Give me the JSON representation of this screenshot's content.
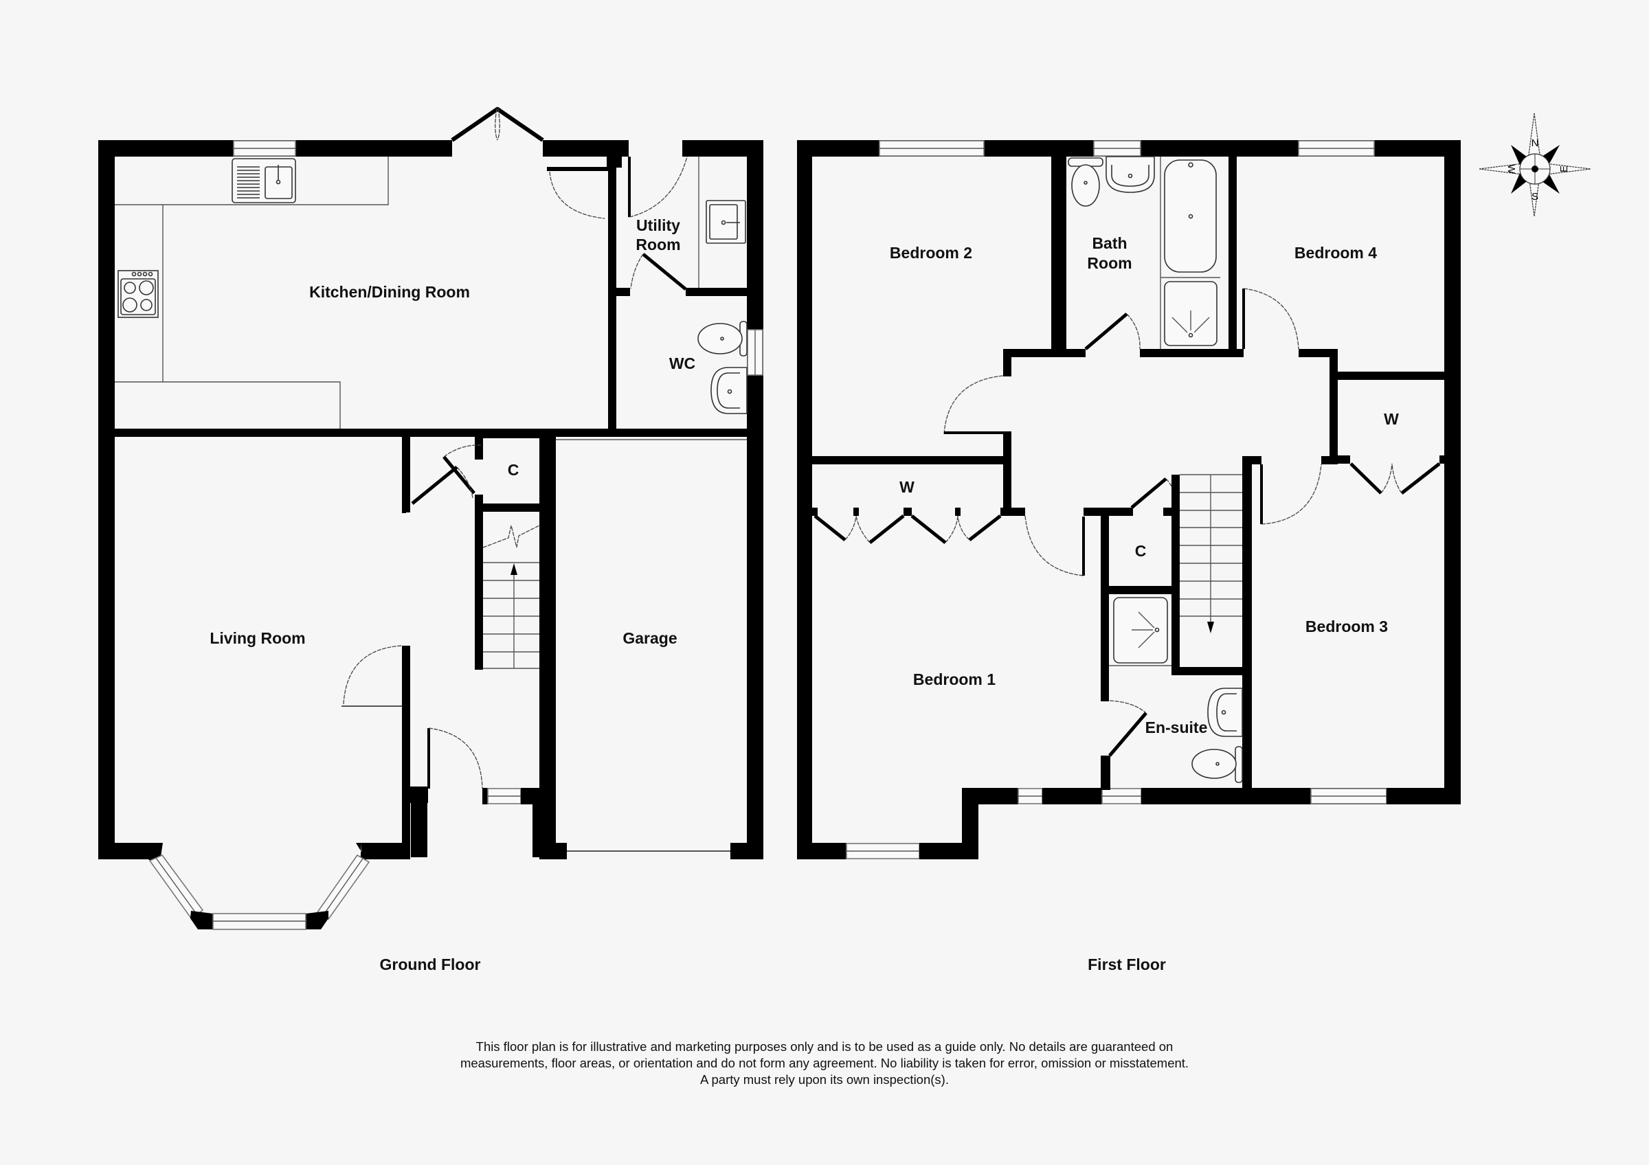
{
  "plan": {
    "ground_floor": {
      "title": "Ground Floor",
      "rooms": {
        "kitchen": "Kitchen/Dining Room",
        "utility_line1": "Utility",
        "utility_line2": "Room",
        "wc": "WC",
        "cupboard": "C",
        "living": "Living Room",
        "garage": "Garage"
      }
    },
    "first_floor": {
      "title": "First Floor",
      "rooms": {
        "bedroom2": "Bedroom 2",
        "bath_line1": "Bath",
        "bath_line2": "Room",
        "bedroom4": "Bedroom 4",
        "wardrobe_bed1": "W",
        "wardrobe_bed3": "W",
        "cupboard": "C",
        "bedroom1": "Bedroom 1",
        "ensuite": "En-suite",
        "bedroom3": "Bedroom 3"
      }
    },
    "compass": {
      "n": "N",
      "e": "E",
      "s": "S",
      "w": "W",
      "icon": "compass-rose-icon"
    },
    "colors": {
      "wall": "#000000",
      "background": "#f6f6f6",
      "window": "#f9f9f9"
    }
  },
  "disclaimer": {
    "line1": "This floor plan is for illustrative and marketing purposes only and is to be used as a guide only. No details are guaranteed on",
    "line2": "measurements, floor areas, or orientation and do not form any agreement. No liability is taken for error, omission or misstatement.",
    "line3": "A party must rely upon its own inspection(s)."
  }
}
